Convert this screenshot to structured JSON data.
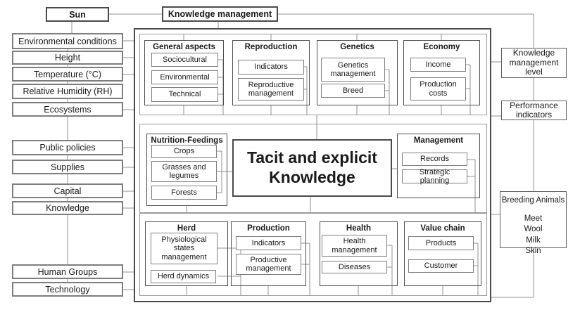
{
  "top_bar": {
    "sun": "Sun",
    "knowledge_management": "Knowledge management"
  },
  "left_column": {
    "items": [
      {
        "label": "Environmental conditions"
      },
      {
        "label": "Height"
      },
      {
        "label": "Temperature (°C)"
      },
      {
        "label": "Relative Humidity (RH)"
      },
      {
        "label": "Ecosystems"
      },
      {
        "label": "Public policies"
      },
      {
        "label": "Supplies"
      },
      {
        "label": "Capital"
      },
      {
        "label": "Knowledge"
      },
      {
        "label": "Human Groups"
      },
      {
        "label": "Technology"
      }
    ]
  },
  "center": {
    "main_title": "Tacit and explicit Knowledge",
    "sections": {
      "general_aspects": {
        "title": "General aspects",
        "items": [
          "Sociocultural",
          "Environmental",
          "Technical"
        ]
      },
      "reproduction": {
        "title": "Reproduction",
        "items": [
          "Indicators",
          "Reproductive management"
        ]
      },
      "genetics": {
        "title": "Genetics",
        "items": [
          "Genetics management",
          "Breed"
        ]
      },
      "economy": {
        "title": "Economy",
        "items": [
          "Income",
          "Production costs"
        ]
      },
      "nutrition_feedings": {
        "title": "Nutrition-Feedings",
        "items": [
          "Crops",
          "Grasses and legumes",
          "Forests"
        ]
      },
      "management": {
        "title": "Management",
        "items": [
          "Records",
          "Strategic planning"
        ]
      },
      "herd": {
        "title": "Herd",
        "items": [
          "Physiological states management",
          "Herd dynamics"
        ]
      },
      "production": {
        "title": "Production",
        "items": [
          "Indicators",
          "Productive management"
        ]
      },
      "health": {
        "title": "Health",
        "items": [
          "Health management",
          "Diseases"
        ]
      },
      "value_chain": {
        "title": "Value chain",
        "items": [
          "Products",
          "Customer"
        ]
      }
    }
  },
  "right_column": {
    "knowledge_management_level": "Knowledge management level",
    "performance_indicators": "Performance indicators",
    "breeding_animals": {
      "title": "Breeding Animals",
      "items": [
        "Meet",
        "Wool",
        "Milk",
        "Skin"
      ]
    }
  }
}
